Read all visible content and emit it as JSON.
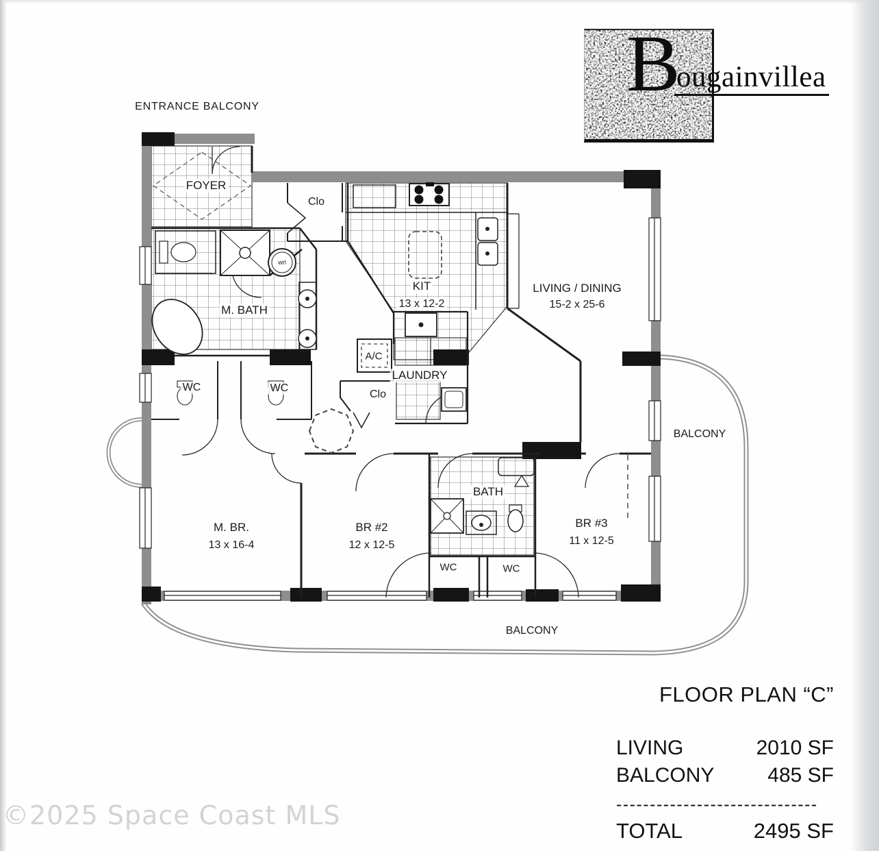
{
  "logo": {
    "initial": "B",
    "rest": "ougainvillea"
  },
  "plan": {
    "entrance_balcony": "ENTRANCE BALCONY",
    "foyer": "FOYER",
    "clo_top": "Clo",
    "m_bath": "M. BATH",
    "wrl": "wrl",
    "kit_name": "KIT",
    "kit_dims": "13 x 12-2",
    "living_name": "LIVING / DINING",
    "living_dims": "15-2 x 25-6",
    "ac": "A/C",
    "laundry": "LAUNDRY",
    "clo_mid": "Clo",
    "wc_left_1": "WC",
    "wc_left_2": "WC",
    "wc_bottom_1": "WC",
    "wc_bottom_2": "WC",
    "balcony_right": "BALCONY",
    "balcony_bottom": "BALCONY",
    "mbr_name": "M. BR.",
    "mbr_dims": "13 x 16-4",
    "br2_name": "BR #2",
    "br2_dims": "12 x 12-5",
    "bath": "BATH",
    "br3_name": "BR #3",
    "br3_dims": "11 x 12-5"
  },
  "summary": {
    "title": "FLOOR PLAN “C”",
    "rows": [
      {
        "label": "LIVING",
        "value": "2010 SF"
      },
      {
        "label": "BALCONY",
        "value": "485 SF"
      }
    ],
    "divider": "------------------------------",
    "total_label": "TOTAL",
    "total_value": "2495 SF"
  },
  "watermark": "©2025 Space Coast MLS"
}
